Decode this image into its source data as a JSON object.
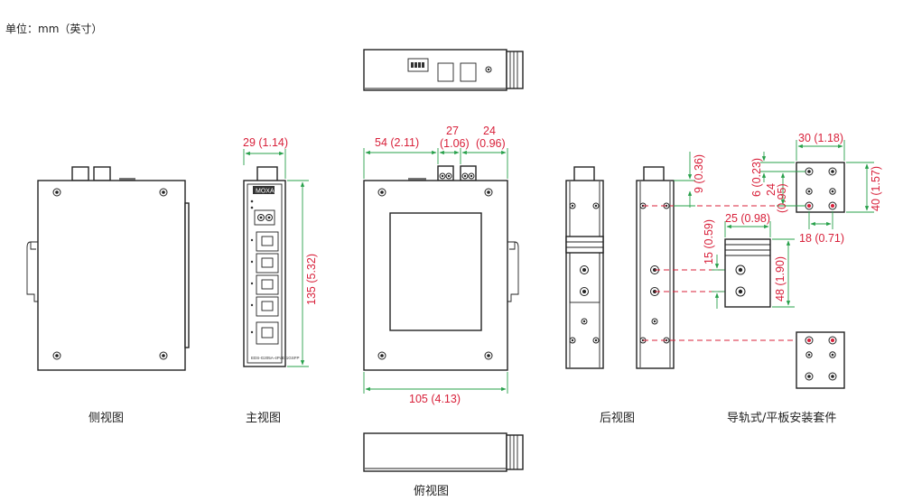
{
  "header": {
    "unit_label": "单位：mm（英寸）"
  },
  "captions": {
    "side": "侧视图",
    "front": "主视图",
    "rear": "后视图",
    "top": "俯视图",
    "kit": "导轨式/平板安装套件"
  },
  "front_view": {
    "logo": "MOXA",
    "model": "EDS-G205A-4PoE-1GSFP",
    "width": "29 (1.14)",
    "height": "135 (5.32)"
  },
  "center_view": {
    "dim_54": "54 (2.11)",
    "dim_27": "27",
    "dim_27_in": "(1.06)",
    "dim_24": "24",
    "dim_24_in": "(0.96)",
    "dim_105": "105 (4.13)"
  },
  "rear_view": {
    "dim_9": "9 (0.36)",
    "dim_15": "15 (0.59)"
  },
  "kit": {
    "dim_30": "30 (1.18)",
    "dim_6": "6 (0.23)",
    "dim_24": "24",
    "dim_24_in": "(0.95)",
    "dim_40": "40 (1.57)",
    "dim_18": "18 (0.71)",
    "dim_25": "25 (0.98)",
    "dim_48": "48 (1.90)"
  },
  "colors": {
    "dimension_text": "#d8203a",
    "dimension_line": "#27a04a",
    "outline": "#222222"
  }
}
